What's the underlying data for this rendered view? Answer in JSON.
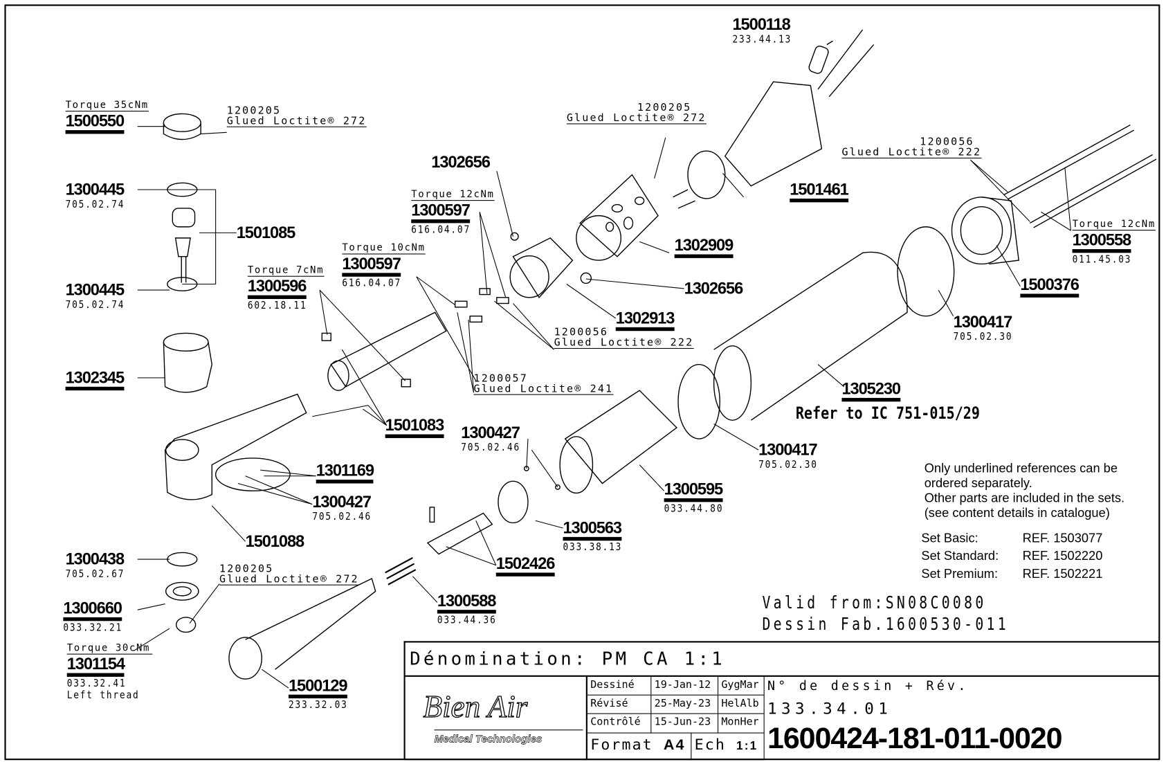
{
  "labels": [
    {
      "pn": "1500118",
      "sub": "233.44.13"
    },
    {
      "tq": "Torque 35cNm",
      "pn": "1500550"
    },
    {
      "g1": "1200205",
      "g2": "Glued Loctite® 272"
    },
    {
      "pn": "1300445",
      "sub": "705.02.74"
    },
    {
      "pn": "1501085"
    },
    {
      "pn": "1300445",
      "sub": "705.02.74"
    },
    {
      "pn": "1302345"
    },
    {
      "tq": "Torque 7cNm",
      "pn": "1300596",
      "sub": "602.18.11"
    },
    {
      "tq": "Torque 10cNm",
      "pn": "1300597",
      "sub": "616.04.07"
    },
    {
      "tq": "Torque 12cNm",
      "pn": "1300597",
      "sub": "616.04.07"
    },
    {
      "pn": "1302656"
    },
    {
      "g1": "1200205",
      "g2": "Glued Loctite® 272"
    },
    {
      "pn": "1501461"
    },
    {
      "pn": "1302909"
    },
    {
      "pn": "1302656"
    },
    {
      "pn": "1302913"
    },
    {
      "g1": "1200056",
      "g2": "Glued Loctite® 222"
    },
    {
      "g1": "1200057",
      "g2": "Glued Loctite® 241"
    },
    {
      "pn": "1501083"
    },
    {
      "g1": "1200056",
      "g2": "Glued Loctite® 222"
    },
    {
      "tq": "Torque 12cNm",
      "pn": "1300558",
      "sub": "011.45.03"
    },
    {
      "pn": "1500376"
    },
    {
      "pn": "1300417",
      "sub": "705.02.30"
    },
    {
      "pn": "1305230",
      "sub": "Refer to IC 751-015/29"
    },
    {
      "pn": "1300417",
      "sub": "705.02.30"
    },
    {
      "pn": "1300427",
      "sub": "705.02.46"
    },
    {
      "pn": "1301169"
    },
    {
      "pn": "1300427",
      "sub": "705.02.46"
    },
    {
      "pn": "1501088"
    },
    {
      "pn": "1300595",
      "sub": "033.44.80"
    },
    {
      "pn": "1300563",
      "sub": "033.38.13"
    },
    {
      "pn": "1502426"
    },
    {
      "pn": "1300588",
      "sub": "033.44.36"
    },
    {
      "pn": "1300438",
      "sub": "705.02.67"
    },
    {
      "pn": "1300660",
      "sub": "033.32.21"
    },
    {
      "g1": "1200205",
      "g2": "Glued Loctite® 272"
    },
    {
      "tq": "Torque 30cNm",
      "pn": "1301154",
      "sub": "033.32.41",
      "sub2": "Left thread"
    },
    {
      "pn": "1500129",
      "sub": "233.32.03"
    }
  ],
  "notes": {
    "l1": "Only underlined references can be",
    "l2": "ordered separately.",
    "l3": "Other parts are included in the sets.",
    "l4": "(see content details in catalogue)",
    "sets": [
      {
        "k": "Set Basic:",
        "v": "REF. 1503077"
      },
      {
        "k": "Set Standard:",
        "v": "REF. 1502220"
      },
      {
        "k": "Set Premium:",
        "v": "REF. 1502221"
      }
    ]
  },
  "validity": {
    "valid": "Valid from:SN08C0080",
    "dessin": "Dessin Fab.1600530-011"
  },
  "title_block": {
    "denomination": "Dénomination:  PM CA 1:1",
    "logo": "Bien Air",
    "logo_sub": "Medical Technologies",
    "rows": [
      {
        "k": "Dessiné",
        "d": "19-Jan-12",
        "n": "GygMar"
      },
      {
        "k": "Révisé",
        "d": "25-May-23",
        "n": "HelAlb"
      },
      {
        "k": "Contrôlé",
        "d": "15-Jun-23",
        "n": "MonHer"
      }
    ],
    "format_label": "Format",
    "format": "A4",
    "ech_label": "Ech",
    "ech": "1:1",
    "drawing_label": "N° de dessin + Rév.",
    "drawing_no": "133.34.01",
    "ref": "1600424-181-011-0020"
  }
}
